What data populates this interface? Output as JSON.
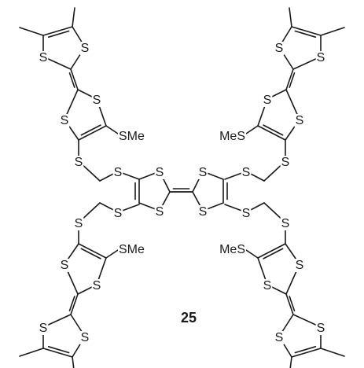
{
  "compound": {
    "number_label": "25"
  },
  "atom_labels": {
    "sulfur": "S",
    "thiomethyl": "SMe",
    "thiomethyl_left": "MeS"
  }
}
